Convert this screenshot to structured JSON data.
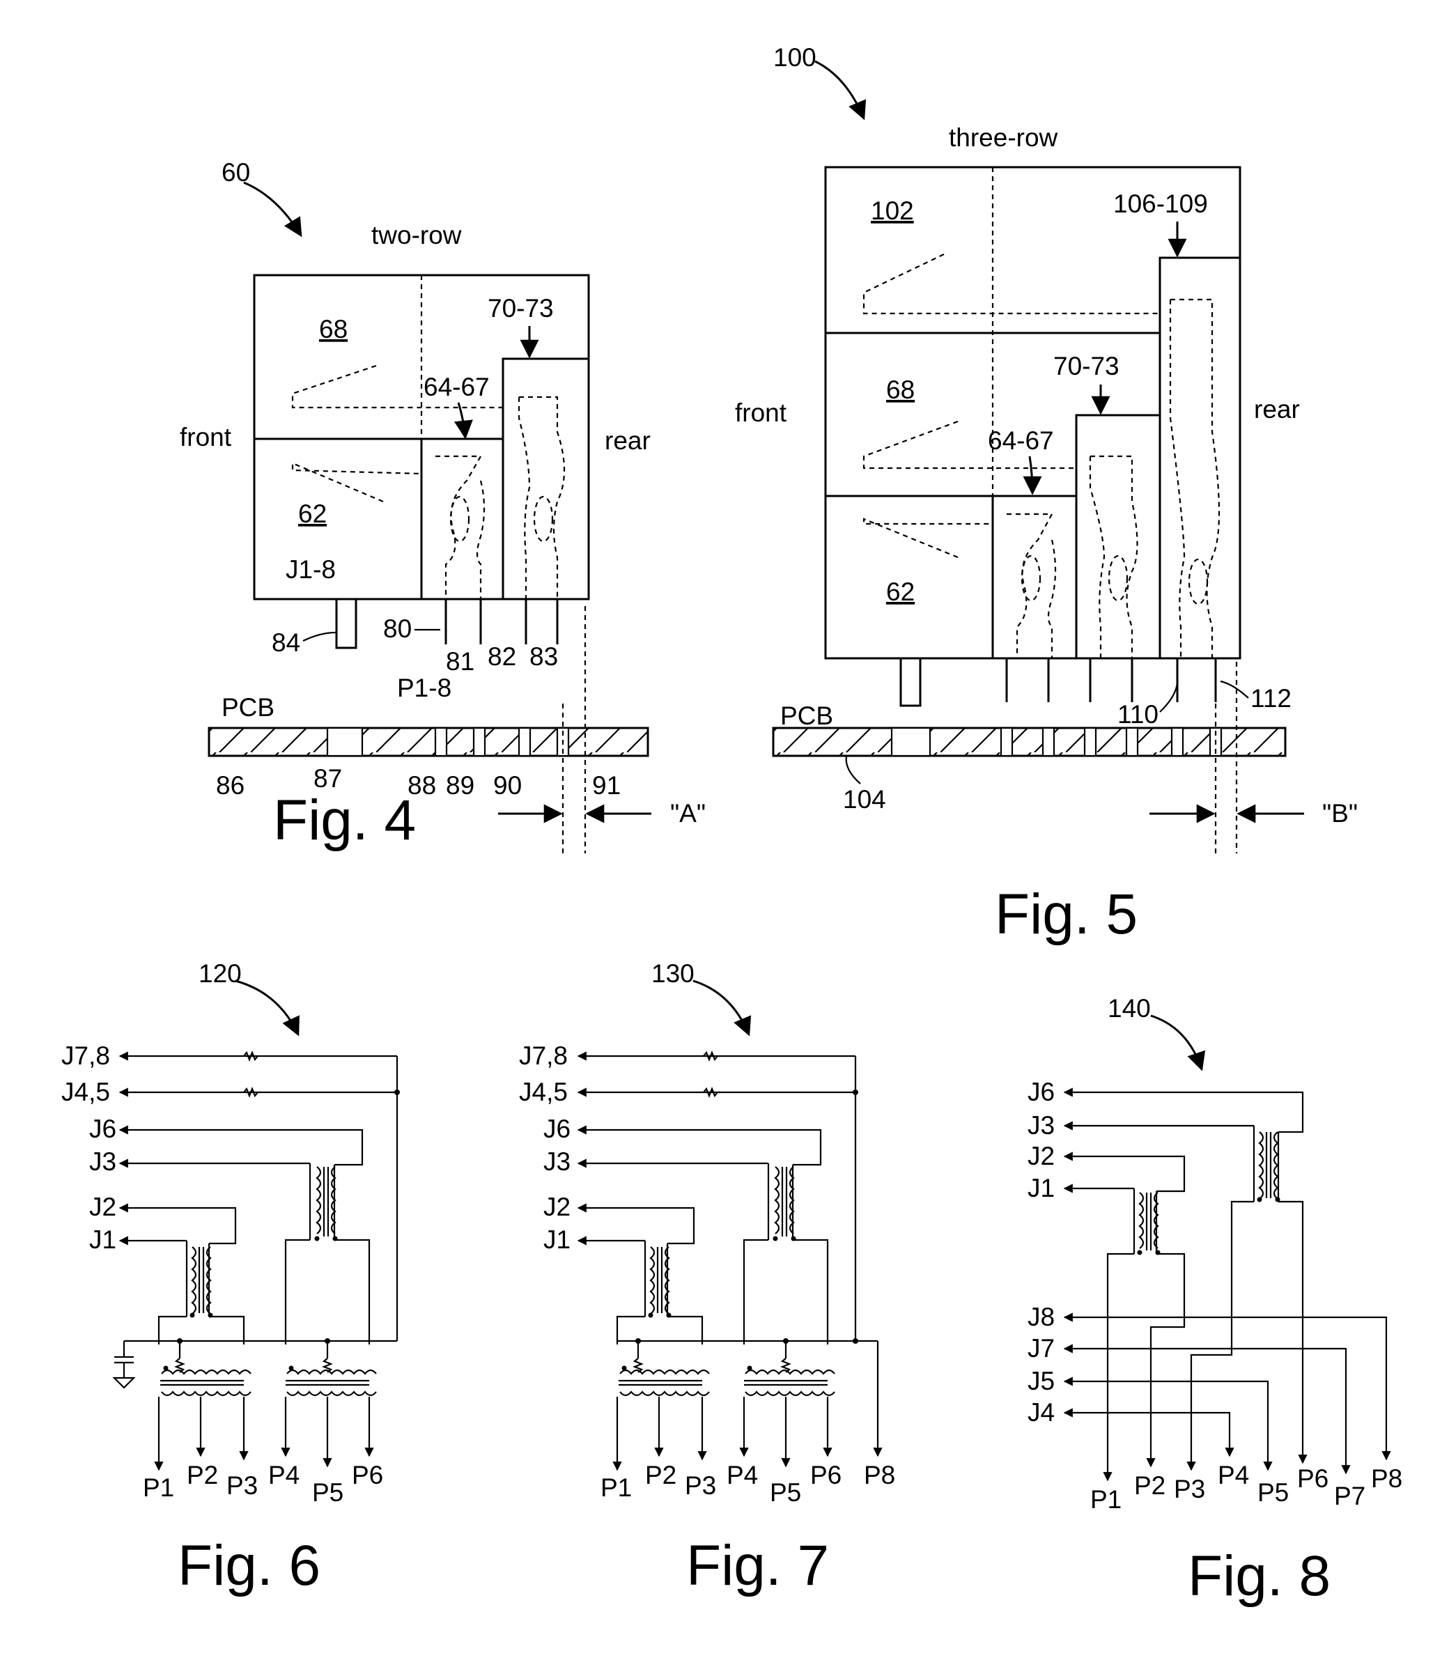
{
  "fig4": {
    "ref": "60",
    "title": "two-row",
    "front": "front",
    "rear": "rear",
    "blocks": {
      "upper": "68",
      "lower": "62",
      "jacks": "J1-8"
    },
    "modules": {
      "small": "64-67",
      "tall": "70-73"
    },
    "pins": [
      "80",
      "81",
      "82",
      "83",
      "84"
    ],
    "plugs": "P1-8",
    "pcb": "PCB",
    "holes": [
      "86",
      "87",
      "88",
      "89",
      "90",
      "91"
    ],
    "spacing": "\"A\"",
    "caption": "Fig. 4"
  },
  "fig5": {
    "ref": "100",
    "title": "three-row",
    "front": "front",
    "rear": "rear",
    "blocks": {
      "top": "102",
      "middle": "68",
      "bottom": "62"
    },
    "modules": {
      "small": "64-67",
      "mid": "70-73",
      "tall": "106-109"
    },
    "pins": [
      "110",
      "112"
    ],
    "pcb": "PCB",
    "board": "104",
    "spacing": "\"B\"",
    "caption": "Fig. 5"
  },
  "fig6": {
    "ref": "120",
    "inputs": [
      "J7,8",
      "J4,5",
      "J6",
      "J3",
      "J2",
      "J1"
    ],
    "outputs": [
      "P1",
      "P2",
      "P3",
      "P4",
      "P5",
      "P6"
    ],
    "caption": "Fig. 6"
  },
  "fig7": {
    "ref": "130",
    "inputs": [
      "J7,8",
      "J4,5",
      "J6",
      "J3",
      "J2",
      "J1"
    ],
    "outputs": [
      "P1",
      "P2",
      "P3",
      "P4",
      "P5",
      "P6",
      "P8"
    ],
    "caption": "Fig. 7"
  },
  "fig8": {
    "ref": "140",
    "inputs": [
      "J6",
      "J3",
      "J2",
      "J1",
      "J8",
      "J7",
      "J5",
      "J4"
    ],
    "outputs": [
      "P1",
      "P2",
      "P3",
      "P4",
      "P5",
      "P6",
      "P7",
      "P8"
    ],
    "caption": "Fig. 8"
  }
}
